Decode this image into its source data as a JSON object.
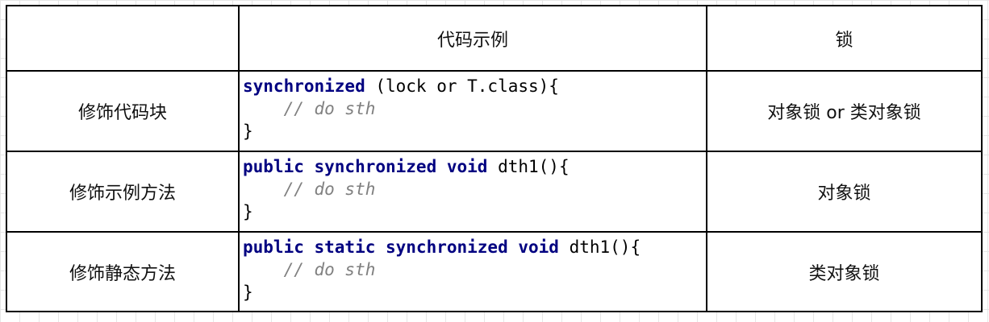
{
  "table": {
    "header": {
      "row_label": "",
      "code": "代码示例",
      "lock": "锁"
    },
    "rows": [
      {
        "label": "修饰代码块",
        "code": {
          "line1": [
            {
              "text": "synchronized",
              "style": "keyword"
            },
            {
              "text": " (lock or T.class){",
              "style": "plain"
            }
          ],
          "line2": "    // do sth",
          "line3": "}"
        },
        "lock": "对象锁 or 类对象锁"
      },
      {
        "label": "修饰示例方法",
        "code": {
          "line1": [
            {
              "text": "public synchronized void",
              "style": "keyword"
            },
            {
              "text": " dth1(){",
              "style": "plain"
            }
          ],
          "line2": "    // do sth",
          "line3": "}"
        },
        "lock": "对象锁"
      },
      {
        "label": "修饰静态方法",
        "code": {
          "line1": [
            {
              "text": "public static synchronized void",
              "style": "keyword"
            },
            {
              "text": " dth1(){",
              "style": "plain"
            }
          ],
          "line2": "    // do sth",
          "line3": "}"
        },
        "lock": "类对象锁"
      }
    ]
  },
  "colors": {
    "keyword": "#000080",
    "comment": "#808080",
    "grid": "#e6e6e6",
    "border": "#000000"
  }
}
